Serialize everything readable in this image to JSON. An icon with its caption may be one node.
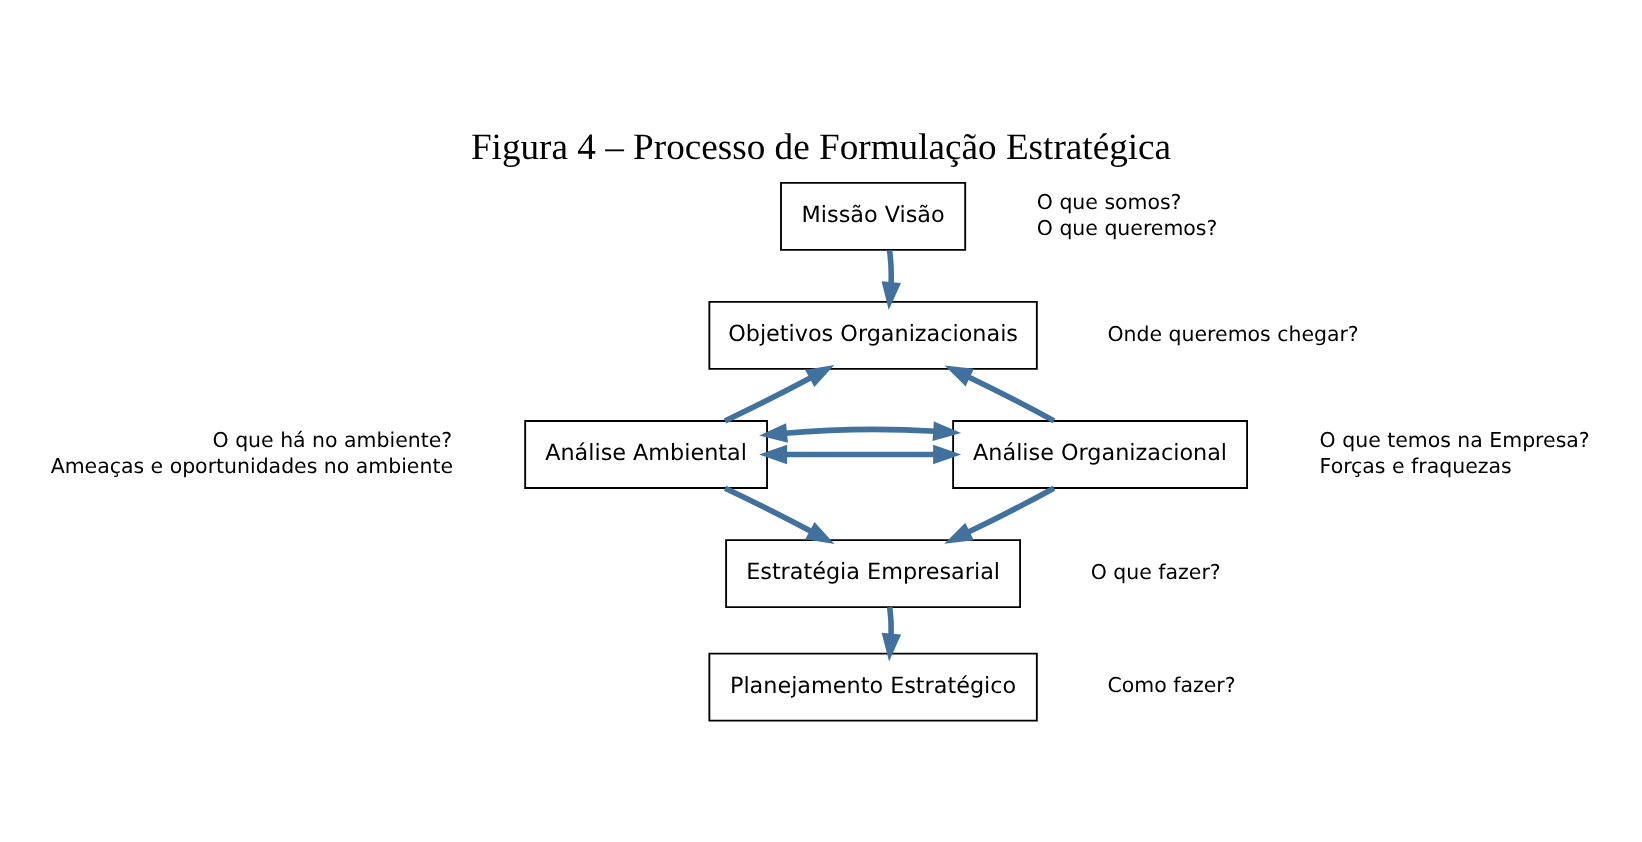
{
  "diagram": {
    "title": "Figura 4 – Processo de Formulação Estratégica",
    "nodes": [
      {
        "text": [
          "Missão Visão"
        ],
        "beside": [
          "O que somos?",
          "O que queremos?"
        ]
      },
      {
        "text": [
          "Objetivos Organizacionais"
        ],
        "beside": [
          "Onde queremos chegar?"
        ]
      },
      {
        "text": [
          "Análise Ambiental"
        ],
        "beside": [
          "O que há no ambiente?",
          "Ameaças e oportunidades no ambiente"
        ]
      },
      {
        "text": [
          "Análise Organizacional"
        ],
        "beside": [
          "O que temos na Empresa?",
          "Forças e fraquezas"
        ]
      },
      {
        "text": [
          "Estratégia Empresarial"
        ],
        "beside": [
          "O que fazer?"
        ]
      },
      {
        "text": [
          "Planejamento Estratégico"
        ],
        "beside": [
          "Como fazer?"
        ]
      }
    ],
    "edges": [
      {
        "from": 0,
        "to": 1,
        "arrow": "to"
      },
      {
        "from": 2,
        "to": 3,
        "arrow": "both"
      },
      {
        "from": 2,
        "to": 1,
        "arrow": "to"
      },
      {
        "from": 3,
        "to": 1,
        "arrow": "to"
      },
      {
        "from": 2,
        "to": 3,
        "arrow": "both"
      },
      {
        "from": 2,
        "to": 4,
        "arrow": "to"
      },
      {
        "from": 3,
        "to": 4,
        "arrow": "to"
      },
      {
        "from": 4,
        "to": 5,
        "arrow": "to"
      }
    ]
  }
}
